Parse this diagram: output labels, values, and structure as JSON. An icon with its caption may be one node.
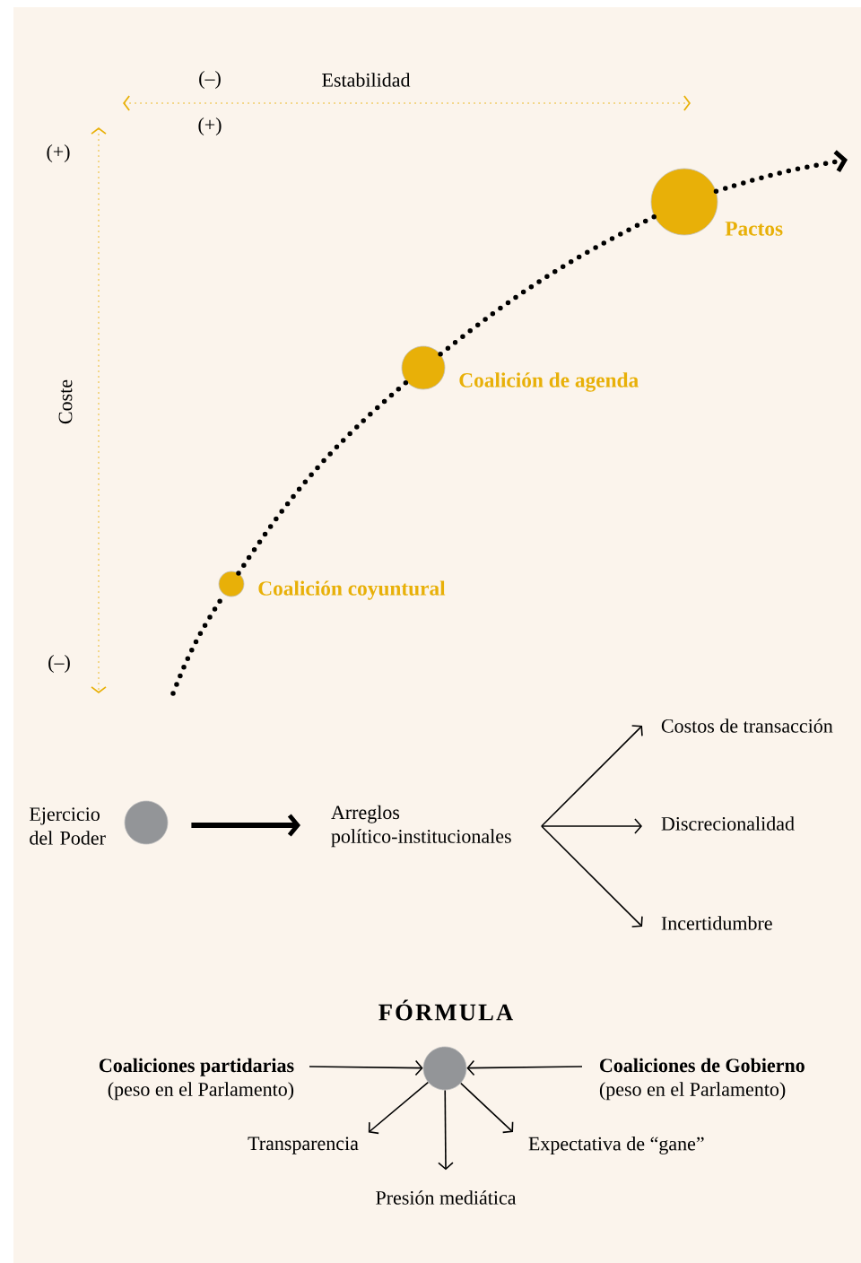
{
  "diagram": {
    "nodes": [
      {
        "text": [],
        "shape": "circle",
        "beside": [
          "Coalición coyuntural"
        ]
      },
      {
        "text": [],
        "shape": "circle",
        "beside": [
          "Coalición de agenda"
        ]
      },
      {
        "text": [],
        "shape": "circle",
        "beside": [
          "Pactos"
        ]
      },
      {
        "text": [],
        "shape": "circle",
        "beside": [
          "Ejercicio del Poder"
        ]
      },
      {
        "text": [
          "Arreglos político-institucionales"
        ]
      },
      {
        "text": [
          "Costos de transacción"
        ]
      },
      {
        "text": [
          "Discrecionalidad"
        ]
      },
      {
        "text": [
          "Incertidumbre"
        ]
      },
      {
        "text": [
          "Coaliciones partidarias",
          "(peso en el Parlamento)"
        ]
      },
      {
        "text": [],
        "shape": "circle"
      },
      {
        "text": [
          "Coaliciones de Gobierno",
          "(peso en el Parlamento)"
        ]
      },
      {
        "text": [
          "Transparencia"
        ]
      },
      {
        "text": [
          "Expectativa de “gane”"
        ]
      },
      {
        "text": [
          "Presión mediática"
        ]
      }
    ],
    "edges": [
      {
        "from": null,
        "to": 0,
        "arrow": "none",
        "style": "dashed"
      },
      {
        "from": 0,
        "to": 1,
        "arrow": "none",
        "style": "dashed"
      },
      {
        "from": 1,
        "to": 2,
        "arrow": "none",
        "style": "dashed"
      },
      {
        "from": 2,
        "to": null,
        "arrow": "to",
        "style": "dashed"
      },
      {
        "from": 3,
        "to": 4,
        "arrow": "to",
        "style": "thick"
      },
      {
        "from": 4,
        "to": 5,
        "arrow": "to"
      },
      {
        "from": 4,
        "to": 6,
        "arrow": "to"
      },
      {
        "from": 4,
        "to": 7,
        "arrow": "to"
      },
      {
        "from": 8,
        "to": 9,
        "arrow": "to"
      },
      {
        "from": 10,
        "to": 9,
        "arrow": "to"
      },
      {
        "from": 9,
        "to": 11,
        "arrow": "to"
      },
      {
        "from": 9,
        "to": 13,
        "arrow": "to"
      },
      {
        "from": 9,
        "to": 12,
        "arrow": "to"
      }
    ],
    "labels": [
      "(–)",
      "Estabilidad",
      "(+)",
      "(+)",
      "Coste",
      "(–)",
      "FÓRMULA"
    ]
  }
}
